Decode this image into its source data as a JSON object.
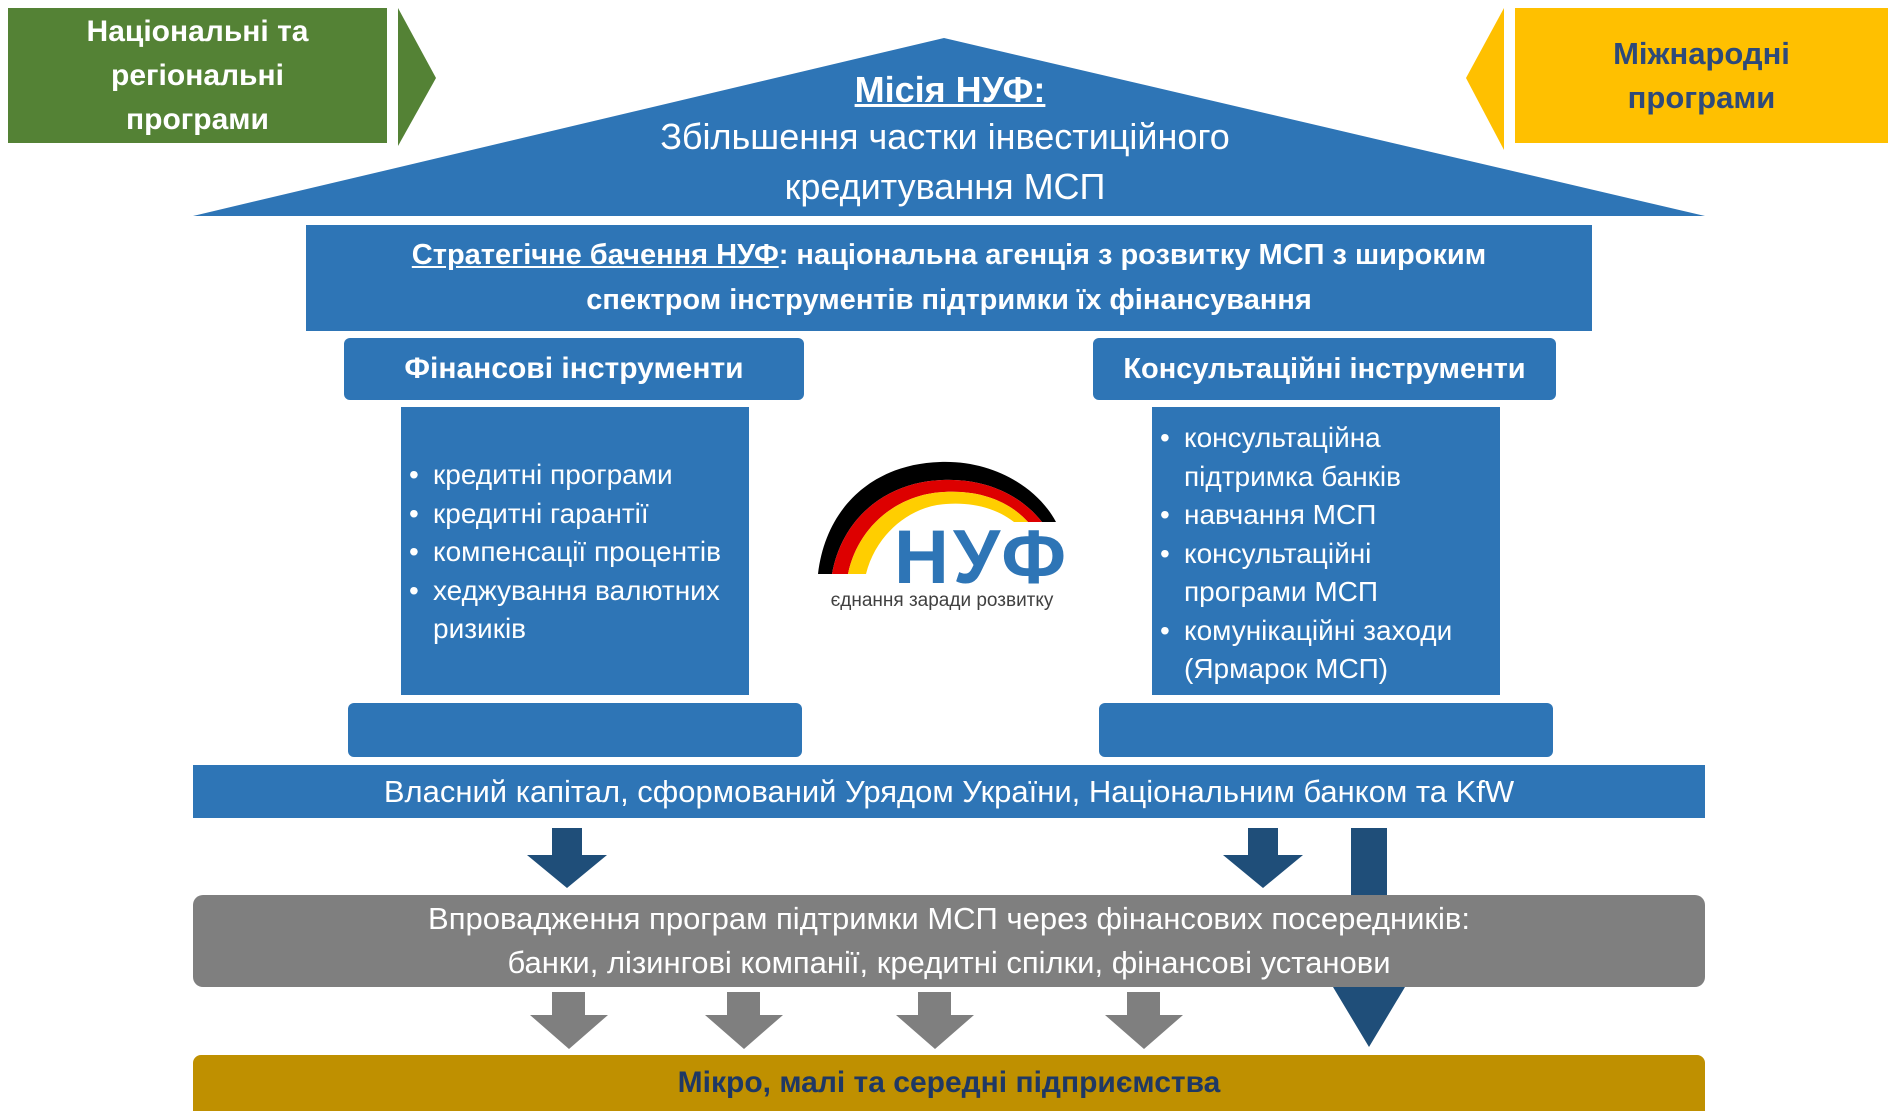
{
  "programs": {
    "national": "Національні та регіональні програми",
    "international": "Міжнародні програми"
  },
  "mission": {
    "title": "Місія НУФ:",
    "text": "Збільшення частки інвестиційного кредитування МСП"
  },
  "vision": {
    "label": "Стратегічне бачення НУФ",
    "text": ": національна агенція з розвитку МСП з широким спектром інструментів підтримки їх фінансування"
  },
  "financial": {
    "title": "Фінансові інструменти",
    "items": [
      "кредитні програми",
      "кредитні гарантії",
      "компенсації процентів",
      "хеджування валютних ризиків"
    ]
  },
  "consulting": {
    "title": "Консультаційні інструменти",
    "items": [
      "консультаційна підтримка банків",
      "навчання МСП",
      "консультаційні програми МСП",
      "комунікаційні заходи (Ярмарок МСП)"
    ]
  },
  "logo": {
    "name": "НУФ",
    "tagline": "єднання заради розвитку"
  },
  "capital": "Власний капітал, сформований Урядом України, Національним банком та KfW",
  "intermediaries": {
    "line1": "Впровадження програм підтримки МСП через фінансових посередників:",
    "line2": "банки, лізингові компанії, кредитні спілки, фінансові установи"
  },
  "sme": "Мікро, малі та середні підприємства",
  "colors": {
    "blue": "#2E75B6",
    "dark_blue_arrow": "#1F4E79",
    "green": "#548235",
    "yellow": "#FFC000",
    "gray": "#7F7F7F",
    "gold": "#BF9000"
  }
}
